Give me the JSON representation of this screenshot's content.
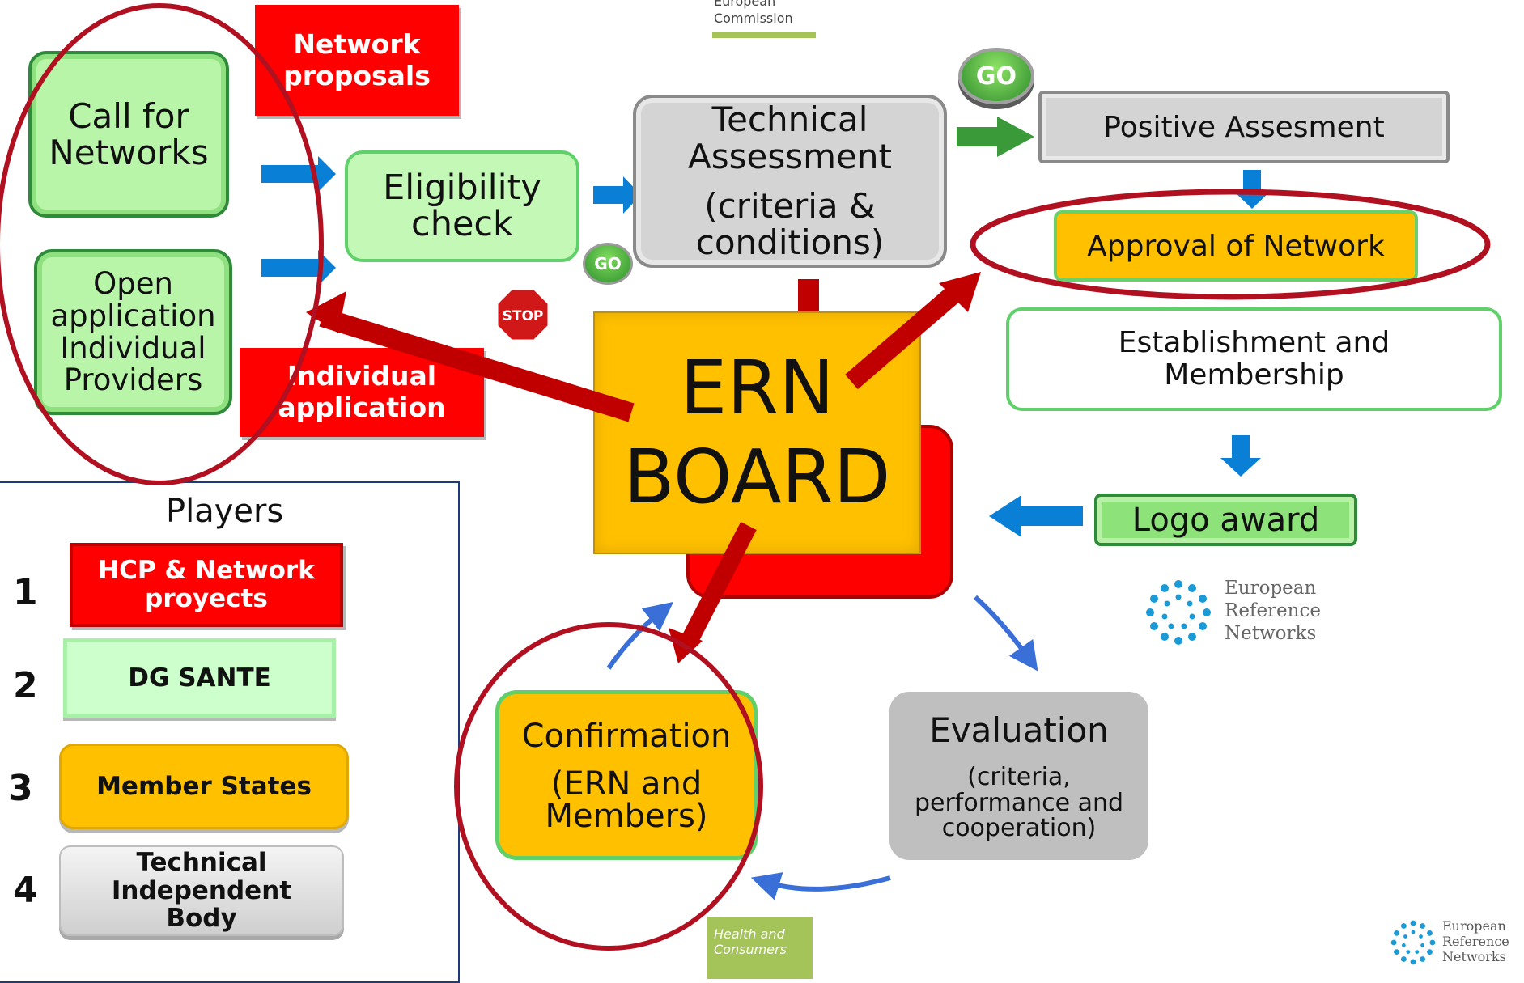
{
  "header": {
    "ec_logo_line1": "European",
    "ec_logo_line2": "Commission"
  },
  "footer": {
    "health_logo_line1": "Health and",
    "health_logo_line2": "Consumers"
  },
  "ern_logo": {
    "line1": "European",
    "line2": "Reference",
    "line3": "Networks"
  },
  "badges": {
    "go": "GO",
    "stop": "STOP"
  },
  "process": {
    "network_proposals": [
      "Network",
      "proposals"
    ],
    "call_for_networks": [
      "Call for",
      "Networks"
    ],
    "open_application": [
      "Open",
      "application",
      "Individual",
      "Providers"
    ],
    "individual_application": [
      "Individual",
      "application"
    ],
    "eligibility_check": [
      "Eligibility",
      "check"
    ],
    "technical_assessment": [
      "Technical",
      "Assessment"
    ],
    "technical_assessment_sub": [
      "(criteria &",
      "conditions)"
    ],
    "positive_assessment": "Positive Assesment",
    "approval_of_network": "Approval of Network",
    "establishment": [
      "Establishment and",
      "Membership"
    ],
    "ern_board": [
      "ERN",
      "BOARD"
    ],
    "logo_award": "Logo award",
    "evaluation": "Evaluation",
    "evaluation_sub": [
      "(criteria,",
      "performance and",
      "cooperation)"
    ],
    "confirmation": "Confirmation",
    "confirmation_sub": [
      "(ERN and",
      "Members)"
    ]
  },
  "legend": {
    "title": "Players",
    "items": [
      {
        "num": "1",
        "lines": [
          "HCP & Network",
          "proyects"
        ],
        "color": "#ff0000"
      },
      {
        "num": "2",
        "lines": [
          "DG SANTE"
        ],
        "color": "#ccffcc"
      },
      {
        "num": "3",
        "lines": [
          "Member States"
        ],
        "color": "#ffc000"
      },
      {
        "num": "4",
        "lines": [
          "Technical",
          "Independent",
          "Body"
        ],
        "color": "#d9d9d9"
      }
    ]
  },
  "colors": {
    "red": "#ff0000",
    "dark_red": "#c00000",
    "green_fill": "#b8f5a8",
    "green_border": "#2e8b3a",
    "gold": "#ffc000",
    "grey": "#d4d4d4",
    "blue_arrow": "#0a7fd6",
    "ring_red": "#b01020"
  }
}
